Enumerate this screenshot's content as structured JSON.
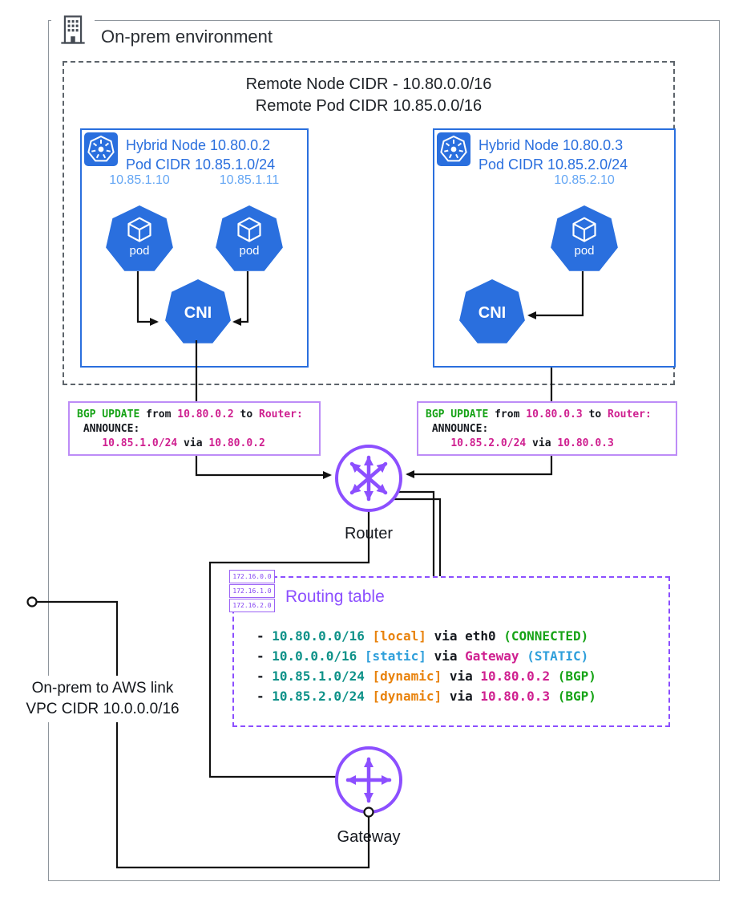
{
  "env": {
    "title": "On-prem environment"
  },
  "remote": {
    "title_line1": "Remote Node CIDR - 10.80.0.0/16",
    "title_line2": "Remote Pod CIDR 10.85.0.0/16"
  },
  "nodes": [
    {
      "title": "Hybrid Node 10.80.0.2",
      "subtitle": "Pod CIDR 10.85.1.0/24",
      "pods": [
        {
          "ip": "10.85.1.10",
          "label": "pod"
        },
        {
          "ip": "10.85.1.11",
          "label": "pod"
        }
      ],
      "cni": "CNI"
    },
    {
      "title": "Hybrid Node 10.80.0.3",
      "subtitle": "Pod CIDR 10.85.2.0/24",
      "pods": [
        {
          "ip": "10.85.2.10",
          "label": "pod"
        }
      ],
      "cni": "CNI"
    }
  ],
  "bgp_updates": [
    {
      "lines": [
        [
          {
            "t": "BGP UPDATE",
            "c": "green"
          },
          {
            "t": " from ",
            "c": "black"
          },
          {
            "t": "10.80.0.2",
            "c": "magenta"
          },
          {
            "t": " to ",
            "c": "black"
          },
          {
            "t": "Router:",
            "c": "magenta"
          }
        ],
        [
          {
            "t": " ANNOUNCE:",
            "c": "black"
          }
        ],
        [
          {
            "t": "    ",
            "c": "black"
          },
          {
            "t": "10.85.1.0/24",
            "c": "magenta"
          },
          {
            "t": " via ",
            "c": "black"
          },
          {
            "t": "10.80.0.2",
            "c": "magenta"
          }
        ]
      ]
    },
    {
      "lines": [
        [
          {
            "t": "BGP UPDATE",
            "c": "green"
          },
          {
            "t": " from ",
            "c": "black"
          },
          {
            "t": "10.80.0.3",
            "c": "magenta"
          },
          {
            "t": " to ",
            "c": "black"
          },
          {
            "t": "Router:",
            "c": "magenta"
          }
        ],
        [
          {
            "t": " ANNOUNCE:",
            "c": "black"
          }
        ],
        [
          {
            "t": "    ",
            "c": "black"
          },
          {
            "t": "10.85.2.0/24",
            "c": "magenta"
          },
          {
            "t": " via ",
            "c": "black"
          },
          {
            "t": "10.80.0.3",
            "c": "magenta"
          }
        ]
      ]
    }
  ],
  "router": {
    "label": "Router"
  },
  "gateway": {
    "label": "Gateway"
  },
  "routing_table": {
    "title": "Routing table",
    "mini_tables": [
      "172.16.0.0",
      "172.16.1.0",
      "172.16.2.0"
    ],
    "entries": [
      [
        {
          "t": "- ",
          "c": "black"
        },
        {
          "t": "10.80.0.0/16",
          "c": "teal"
        },
        {
          "t": " ",
          "c": "black"
        },
        {
          "t": "[local]",
          "c": "orange"
        },
        {
          "t": " via eth0 ",
          "c": "black"
        },
        {
          "t": "(CONNECTED)",
          "c": "green"
        }
      ],
      [
        {
          "t": "- ",
          "c": "black"
        },
        {
          "t": "10.0.0.0/16",
          "c": "teal"
        },
        {
          "t": " ",
          "c": "black"
        },
        {
          "t": "[static]",
          "c": "blue"
        },
        {
          "t": " via ",
          "c": "black"
        },
        {
          "t": "Gateway",
          "c": "magenta"
        },
        {
          "t": " ",
          "c": "black"
        },
        {
          "t": "(STATIC)",
          "c": "blue"
        }
      ],
      [
        {
          "t": "- ",
          "c": "black"
        },
        {
          "t": "10.85.1.0/24",
          "c": "teal"
        },
        {
          "t": " ",
          "c": "black"
        },
        {
          "t": "[dynamic]",
          "c": "orange"
        },
        {
          "t": " via ",
          "c": "black"
        },
        {
          "t": "10.80.0.2",
          "c": "magenta"
        },
        {
          "t": " ",
          "c": "black"
        },
        {
          "t": "(BGP)",
          "c": "green"
        }
      ],
      [
        {
          "t": "- ",
          "c": "black"
        },
        {
          "t": "10.85.2.0/24",
          "c": "teal"
        },
        {
          "t": " ",
          "c": "black"
        },
        {
          "t": "[dynamic]",
          "c": "orange"
        },
        {
          "t": " via ",
          "c": "black"
        },
        {
          "t": "10.80.0.3",
          "c": "magenta"
        },
        {
          "t": " ",
          "c": "black"
        },
        {
          "t": "(BGP)",
          "c": "green"
        }
      ]
    ]
  },
  "link": {
    "line1": "On-prem to AWS link",
    "line2": "VPC CIDR 10.0.0.0/16"
  },
  "colors": {
    "k8s_blue": "#2a6fde",
    "pod_ip_blue": "#64a6f4",
    "aws_purple": "#8C4FFF",
    "bgp_border_purple": "#bd8cf7",
    "green": "#16a316",
    "magenta": "#cf2090",
    "teal": "#0d9188",
    "orange": "#e8820c",
    "static_blue": "#2f9fdb",
    "line_black": "#111111"
  }
}
